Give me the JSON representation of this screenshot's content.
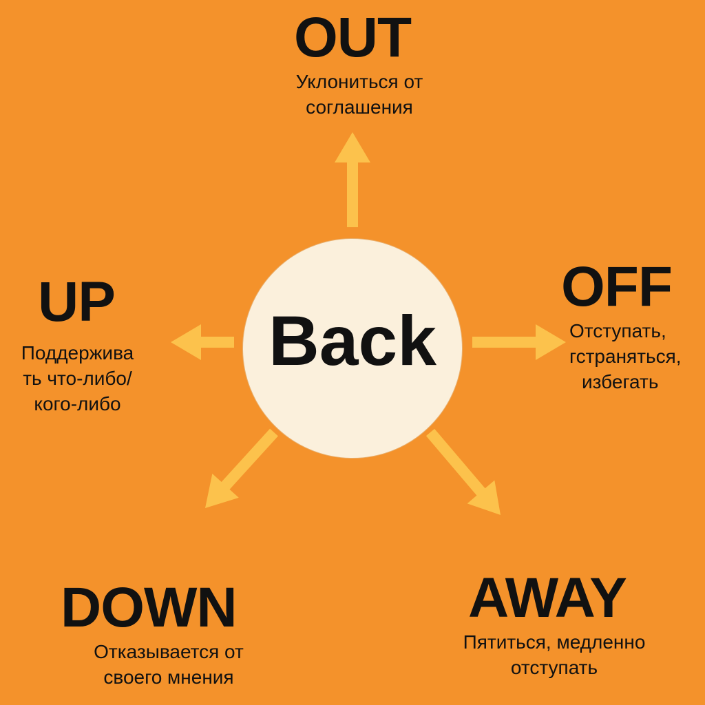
{
  "center": {
    "word": "Back"
  },
  "branches": [
    {
      "key": "out",
      "title": "OUT",
      "lines": [
        "Уклониться от",
        "соглашения"
      ]
    },
    {
      "key": "off",
      "title": "OFF",
      "lines": [
        "Отступать,",
        "гстраняться,",
        "избегать"
      ]
    },
    {
      "key": "away",
      "title": "AWAY",
      "lines": [
        "Пятиться, медленно",
        "отступать"
      ]
    },
    {
      "key": "down",
      "title": "DOWN",
      "lines": [
        "Отказывается от",
        "своего мнения"
      ]
    },
    {
      "key": "up",
      "title": "UP",
      "lines": [
        "Поддержива",
        "ть что-либо/",
        "кого-либо"
      ]
    }
  ],
  "colors": {
    "background": "#F4922B",
    "arrow": "#FCC24C",
    "circle": "#FBF0DC"
  }
}
